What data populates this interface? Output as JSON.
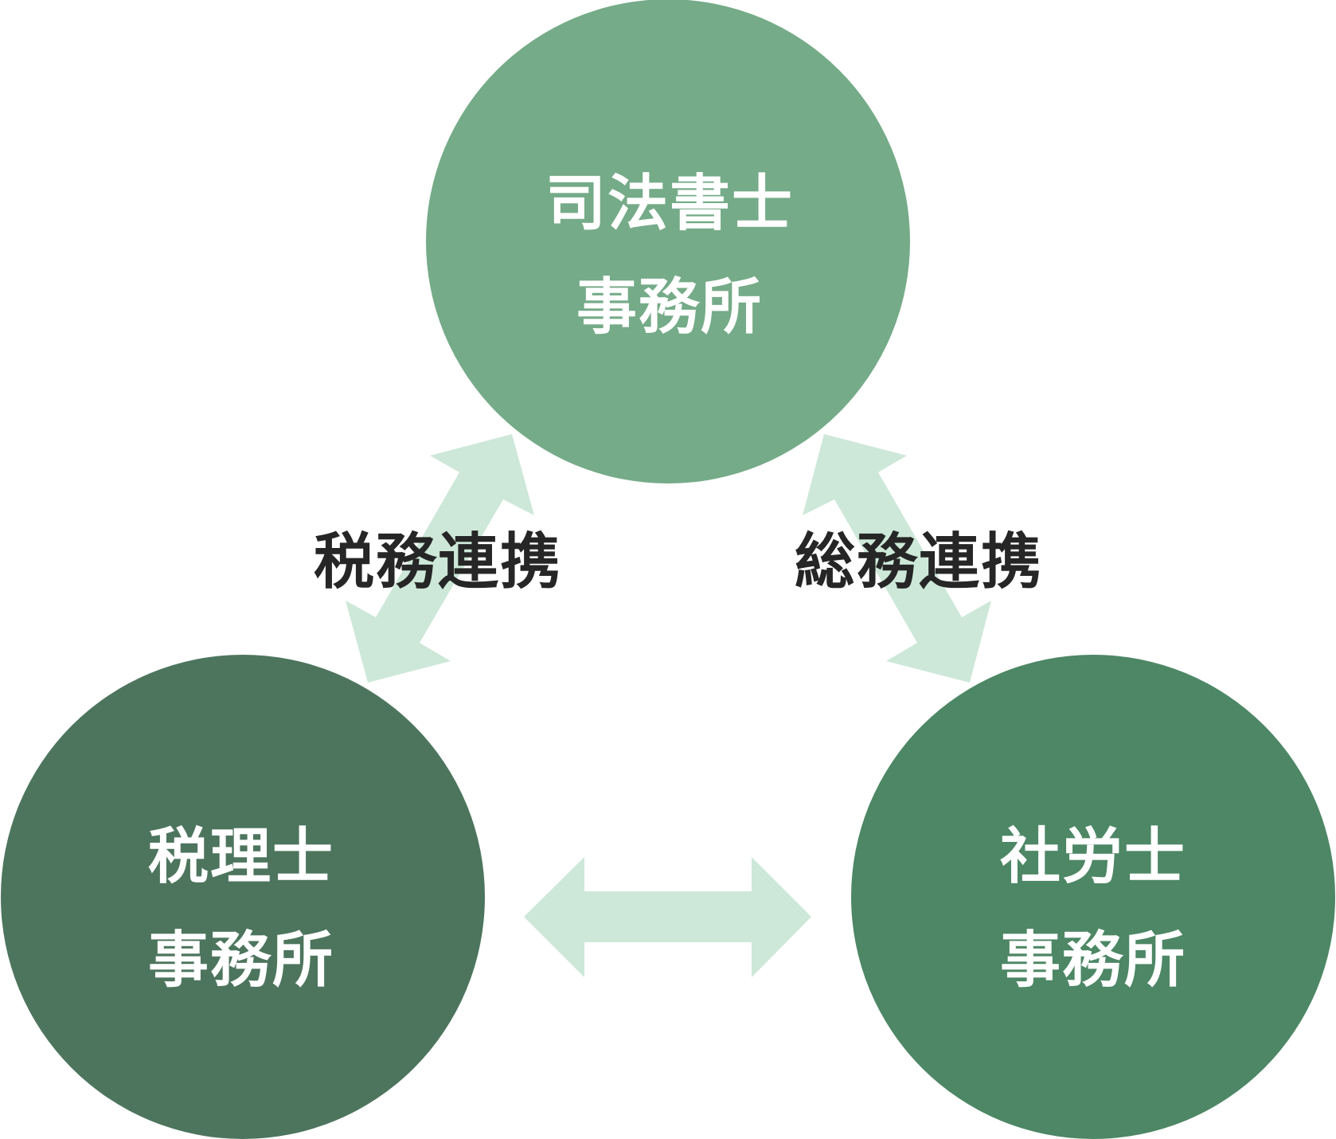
{
  "colors": {
    "top_node": "#75ab88",
    "left_node": "#4d755e",
    "right_node": "#4d8765",
    "arrow": "#cde8d8",
    "node_text": "#ffffff",
    "label_text": "#262626",
    "background": "#ffffff"
  },
  "nodes": {
    "top": {
      "line1": "司法書士",
      "line2": "事務所"
    },
    "left": {
      "line1": "税理士",
      "line2": "事務所"
    },
    "right": {
      "line1": "社労士",
      "line2": "事務所"
    }
  },
  "links": {
    "left": {
      "label": "税務連携",
      "icon": "bidirectional-arrow-icon"
    },
    "right": {
      "label": "総務連携",
      "icon": "bidirectional-arrow-icon"
    },
    "bottom": {
      "label": "",
      "icon": "bidirectional-arrow-icon"
    }
  }
}
